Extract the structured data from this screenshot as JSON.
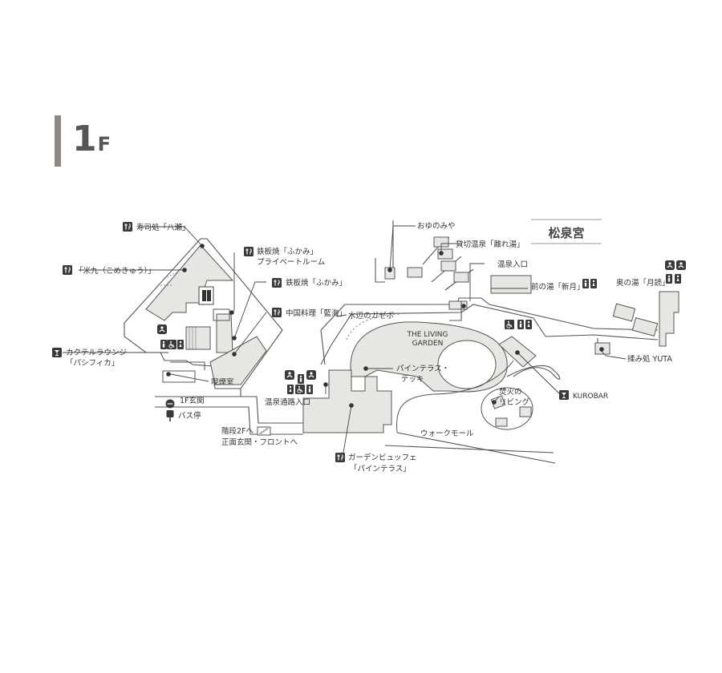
{
  "floor": {
    "number": "1",
    "suffix": "F"
  },
  "wing_title": "松泉宮",
  "labels": {
    "sushi": "寿司処「八瀬」",
    "teppan_private_1": "鉄板焼「ふかみ」",
    "teppan_private_2": "プライベートルーム",
    "teppan": "鉄板焼「ふかみ」",
    "chinese": "中国料理「藍海」",
    "yonekyu": "「米九（こめきゅう）」",
    "cocktail_1": "カクテルラウンジ",
    "cocktail_2": "「パシフィカ」",
    "smoking": "喫煙室",
    "entrance_1f": "1F玄関",
    "bus": "バス停",
    "stairs_1": "階段2Fへ",
    "stairs_2": "正面玄関・フロントへ",
    "spa_corridor": "温泉通路入口",
    "gazebo": "水辺のガゼボ",
    "living_garden_1": "THE LIVING",
    "living_garden_2": "GARDEN",
    "pine_deck_1": "パインテラス・",
    "pine_deck_2": "デッキ",
    "walk_mall": "ウォークモール",
    "buffet_1": "ガーデンビュッフェ",
    "buffet_2": "「パインテラス」",
    "oyunomiya": "おゆのみや",
    "private_bath": "貸切温泉「離れ湯」",
    "spa_entrance": "温泉入口",
    "mae_bath": "前の湯「新月」",
    "oku_bath": "奥の湯「月読」",
    "massage": "揉み処 YUTA",
    "kurobar": "KUROBAR",
    "bonfire_1": "焚火の",
    "bonfire_2": "リビング"
  },
  "icons": {
    "restaurant": "restaurant-icon",
    "bar": "cocktail-icon",
    "restroom": "restroom-icon",
    "accessible": "wheelchair-icon",
    "baby": "baby-care-icon",
    "bus": "bus-stop-icon",
    "stairs": "stairs-icon"
  },
  "colors": {
    "floor_area": "#e8e6e3",
    "lines": "#555555",
    "icon_bg": "#3a3a3a",
    "floor_bar": "#8c8782"
  }
}
